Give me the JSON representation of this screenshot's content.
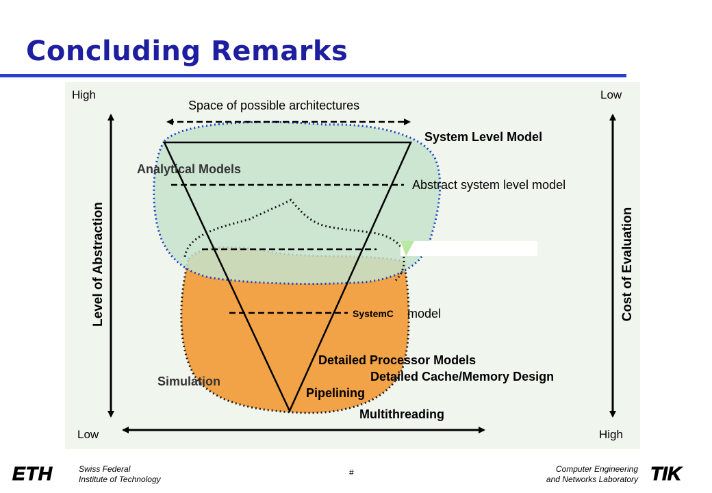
{
  "slide": {
    "title": "Concluding Remarks",
    "page_number": "#"
  },
  "diagram": {
    "left_axis": {
      "label": "Level of Abstraction",
      "top": "High",
      "bottom": "Low"
    },
    "right_axis": {
      "label": "Cost of Evaluation",
      "top": "Low",
      "bottom": "High"
    },
    "top_arrow_label": "Space of possible architectures",
    "bottom_arrow_label": "Multithreading",
    "levels": {
      "system_level": "System Level Model",
      "abstract_level": "Abstract system level model",
      "systemc_tag": "SystemC",
      "model_word": "model"
    },
    "regions": {
      "analytical": "Analytical Models",
      "simulation": "Simulation"
    },
    "details": {
      "processor": "Detailed Processor Models",
      "cache": "Detailed Cache/Memory Design",
      "pipelining": "Pipelining"
    },
    "colors": {
      "analytical_fill": "#c5e3cc",
      "simulation_fill": "#f2a347",
      "background": "#f0f5ee",
      "title": "#1e1ea0",
      "rule": "#2a3fd0"
    }
  },
  "footer": {
    "left_line1": "Swiss Federal",
    "left_line2": "Institute of Technology",
    "right_line1": "Computer Engineering",
    "right_line2": "and Networks Laboratory",
    "left_logo": "ETH",
    "right_logo": "TIK"
  }
}
